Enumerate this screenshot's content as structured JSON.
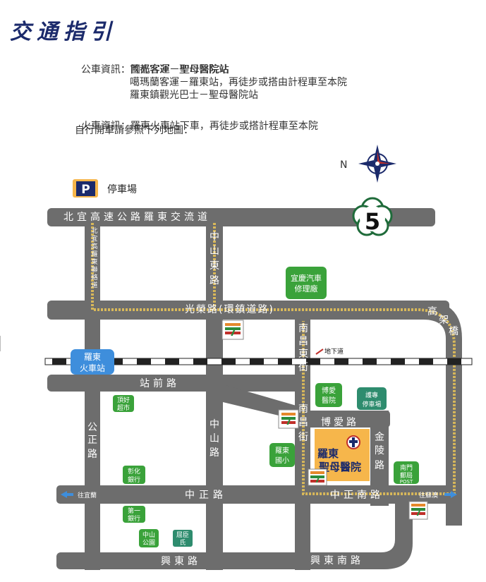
{
  "title": "交通指引",
  "bus": {
    "label": "公車資訊：",
    "lines": [
      "國光客運－聖母醫院站",
      "首都客運－聖母醫院站",
      "噶瑪蘭客運－羅東站，再徒步或搭由計程車至本院",
      "羅東鎮觀光巴士－聖母醫院站"
    ]
  },
  "train": {
    "label": "火車資訊：",
    "text": "羅東火車站下車，再徒步或搭計程車至本院"
  },
  "bike": "自行開車請參照下列地圖：",
  "compass_n": "N",
  "parking": {
    "icon": "P",
    "label": "停車場"
  },
  "route_badge": "5",
  "roads": {
    "north_highway": "北宜高速公路羅東交流道",
    "guangrong": "光榮路(環鎮道路)",
    "gaojia_1": "高",
    "gaojia_2": "架",
    "gaojia_3": "橋",
    "zhanqian": "站前路",
    "zhongzheng": "中正路",
    "zhongzheng_south": "中正南路",
    "xingdong": "興東路",
    "xingdong_south": "興東南路",
    "boai": "博愛路",
    "beiyi_link": [
      "北",
      "宜",
      "高",
      "羅",
      "東",
      "聯",
      "絡",
      "道"
    ],
    "zhongshan_east": [
      "中",
      "山",
      "東",
      "路"
    ],
    "nanchang_east": [
      "南",
      "昌",
      "東",
      "街"
    ],
    "nanchang": [
      "南",
      "昌",
      "街"
    ],
    "gongzheng": [
      "公",
      "正",
      "路"
    ],
    "zhongshan": [
      "中",
      "山",
      "路"
    ],
    "jinling": [
      "金",
      "陵",
      "路"
    ]
  },
  "underpass": "地下道",
  "to_yilan": "往宜蘭",
  "to_suao": "往蘇澳",
  "places": {
    "station": [
      "羅東",
      "火車站"
    ],
    "garage": [
      "宜慶汽車",
      "修理廠"
    ],
    "boai_hospital": [
      "博愛",
      "醫院"
    ],
    "guardian_parking": [
      "護專",
      "停車場"
    ],
    "dinghao": [
      "頂好",
      "超市"
    ],
    "luodong_school": [
      "羅東",
      "國小"
    ],
    "hospital": [
      "羅東",
      "聖母醫院"
    ],
    "nanmen_post": [
      "南門",
      "郵局"
    ],
    "post": "POST",
    "changhua_bank": [
      "彰化",
      "銀行"
    ],
    "first_bank": [
      "第一",
      "銀行"
    ],
    "zhongshan_park": [
      "中山",
      "公園"
    ],
    "pxmart": [
      "屈臣",
      "氏"
    ],
    "seven": "7"
  },
  "colors": {
    "road": "#6d6d6d",
    "green": "#3aa23a",
    "blue": "#3e8edc",
    "hospital": "#f6b64b",
    "title": "#1b2a6b"
  }
}
